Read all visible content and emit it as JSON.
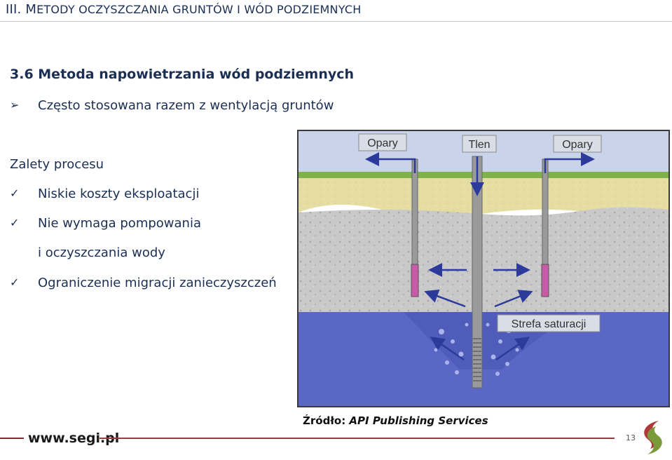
{
  "header": {
    "title_prefix": "III. M",
    "title_rest": "ETODY OCZYSZCZANIA GRUNTÓW I WÓD PODZIEMNYCH"
  },
  "section": {
    "title": "3.6 Metoda napowietrzania wód podziemnych"
  },
  "intro_bullet": {
    "text": "Często stosowana razem z wentylacją gruntów"
  },
  "advantages": {
    "title": "Zalety procesu",
    "items": [
      "Niskie koszty eksploatacji",
      "Nie wymaga pompowania",
      "i oczyszczania wody",
      "Ograniczenie migracji zanieczyszczeń"
    ]
  },
  "figure": {
    "label_left": "Opary",
    "label_center": "Tlen",
    "label_right": "Opary",
    "label_zone": "Strefa saturacji",
    "colors": {
      "sky": "#c9d3ea",
      "grass": "#7fb24a",
      "sand": "#e6dda2",
      "gravel": "#c8c8c8",
      "water": "#5b67c4",
      "pipe": "#9a9a9a",
      "screen": "#c85aa8",
      "arrow": "#2c3a9c"
    }
  },
  "caption": {
    "label": "Źródło: ",
    "source": "API Publishing Services"
  },
  "footer": {
    "url": "www.segi.pl",
    "page": "13"
  }
}
